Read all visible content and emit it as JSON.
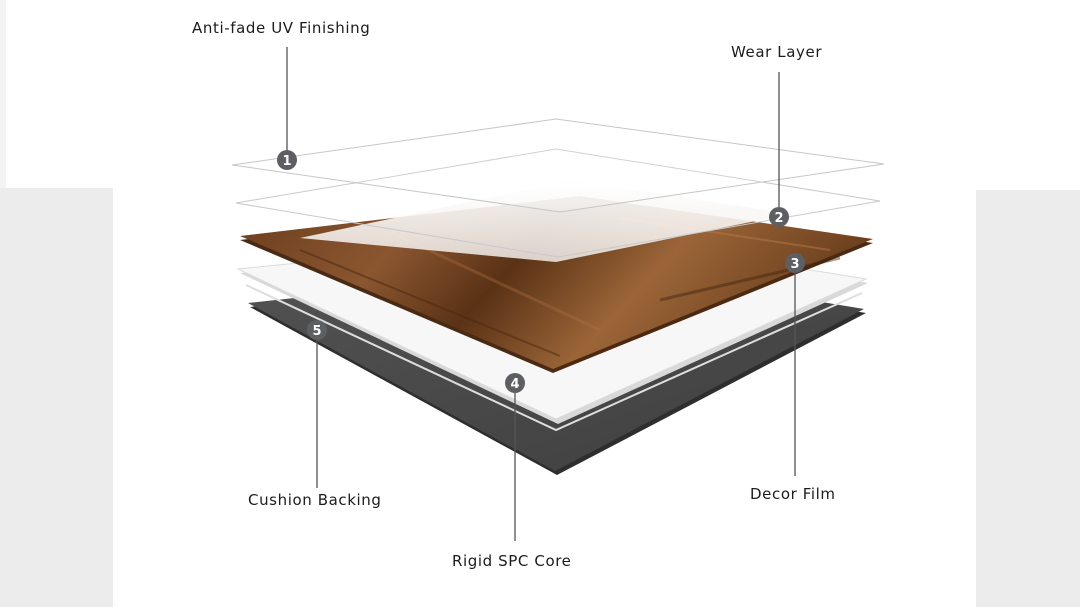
{
  "labels": {
    "anti_fade": "Anti-fade UV Finishing",
    "wear_layer": "Wear Layer",
    "decor_film": "Decor Film",
    "cushion_backing": "Cushion Backing",
    "rigid_core": "Rigid SPC Core"
  },
  "markers": [
    "1",
    "2",
    "3",
    "4",
    "5"
  ],
  "colors": {
    "backing": "#4a4a4a",
    "core": "#f4f4f4",
    "decor_dark": "#5e3516",
    "decor_light": "#9a6438",
    "marker": "#5d5f62",
    "leader": "#555555",
    "side_panel": "#ececed"
  }
}
